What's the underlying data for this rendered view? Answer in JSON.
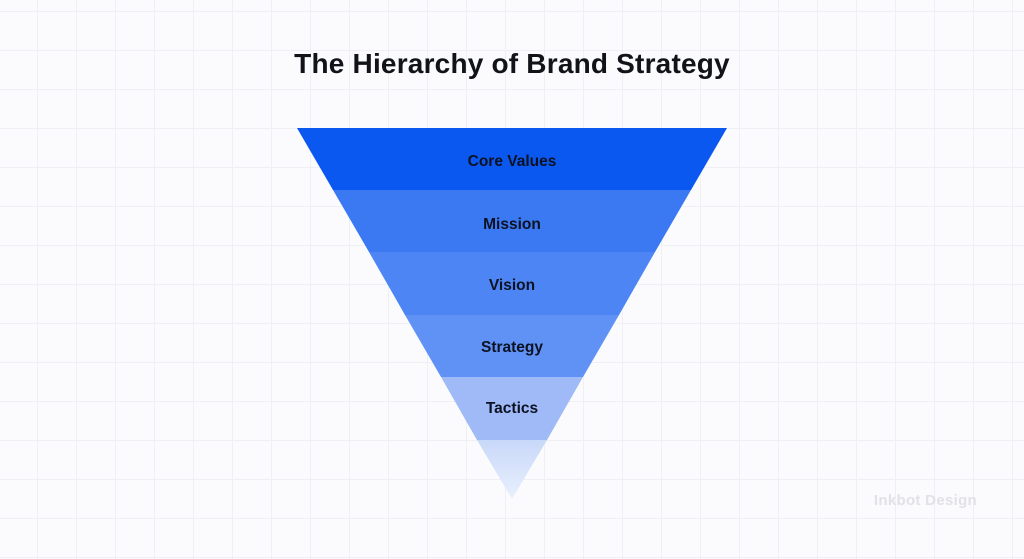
{
  "title": "The Hierarchy of Brand Strategy",
  "watermark": "Inkbot Design",
  "background": {
    "color": "#FBFBFD",
    "grid_color": "#EFF0F4"
  },
  "text_color": "#0C1222",
  "funnel": {
    "levels": [
      {
        "label": "Core Values",
        "color": "#0A58F0"
      },
      {
        "label": "Mission",
        "color": "#3B79F3"
      },
      {
        "label": "Vision",
        "color": "#4D85F5"
      },
      {
        "label": "Strategy",
        "color": "#6092F5"
      },
      {
        "label": "Tactics",
        "color": "#9FBAF7"
      }
    ],
    "tip": {
      "color_top": "#C8D8F9",
      "color_bottom": "#E9F0FD"
    }
  }
}
